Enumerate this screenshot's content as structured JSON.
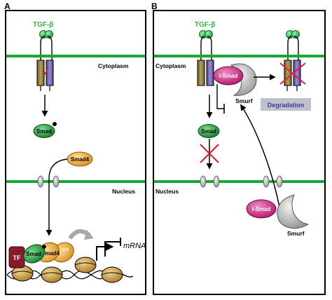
{
  "panel_a": {
    "letter": "A",
    "ligand": "TGF-β",
    "cytoplasm_label": "Cytoplasm",
    "nucleus_label": "Nucleus",
    "smad": "Smad",
    "smad4": "Smad4",
    "tf": "TF",
    "complex_smad": "Smad",
    "complex_smad4": "Smad4",
    "co": "co",
    "mrna": "mRNA"
  },
  "panel_b": {
    "letter": "B",
    "ligand": "TGF-β",
    "cytoplasm_label": "Cytoplasm",
    "nucleus_label": "Nucleus",
    "ismad": "I-Smad",
    "smurf": "Smurf",
    "smad": "Smad",
    "degradation": "Degradation",
    "ismad_nuclear": "I-Smad",
    "smurf_nuclear": "Smurf"
  },
  "colors": {
    "membrane": "#18a838",
    "ligand": "#2fb84a",
    "smad_green": "#1f9a3c",
    "smad4_orange": "#f0b64a",
    "ismad_magenta": "#d12a86",
    "smurf_gray": "#b8b8b8",
    "receptor_olive": "#8b7a3c",
    "receptor_purple": "#6f62a8",
    "cross_red": "#e0203a",
    "tf_maroon": "#8a1a2a",
    "nucleosome": "#c8a04a",
    "degradation_box": "#bfc3c9",
    "degradation_text": "#3e3aa0"
  }
}
